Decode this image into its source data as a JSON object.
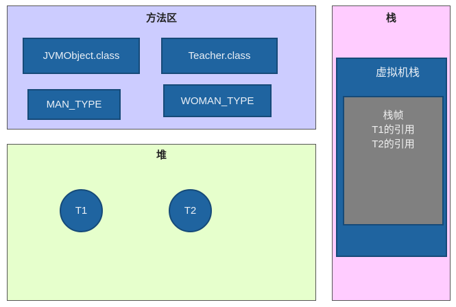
{
  "method_area": {
    "title": "方法区",
    "classes": [
      "JVMObject.class",
      "Teacher.class",
      "MAN_TYPE",
      "WOMAN_TYPE"
    ]
  },
  "heap": {
    "title": "堆",
    "objects": [
      "T1",
      "T2"
    ]
  },
  "stack": {
    "title": "栈",
    "vm_stack": {
      "title": "虚拟机栈",
      "frame": {
        "title": "栈帧",
        "lines": [
          "T1的引用",
          "T2的引用"
        ]
      }
    }
  },
  "colors": {
    "method_area": "#ccccff",
    "heap": "#e6ffcc",
    "stack": "#ffccff",
    "box": "#1f64a0",
    "frame": "#808080"
  }
}
